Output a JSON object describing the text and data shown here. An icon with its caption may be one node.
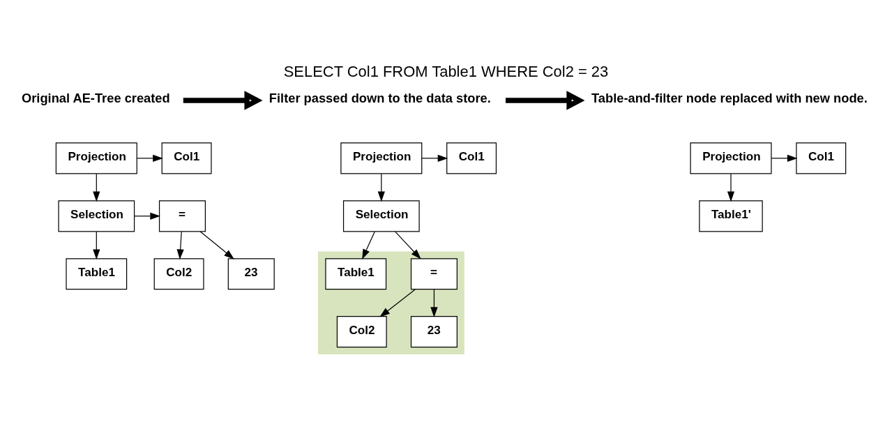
{
  "diagram": {
    "title": "SELECT Col1 FROM Table1 WHERE Col2 = 23",
    "nodes": [
      {
        "text": [
          "Original AE-Tree created"
        ]
      },
      {
        "text": [
          "Projection"
        ]
      },
      {
        "text": [
          "Col1"
        ]
      },
      {
        "text": [
          "Selection"
        ]
      },
      {
        "text": [
          "="
        ]
      },
      {
        "text": [
          "Col2"
        ]
      },
      {
        "text": [
          "23"
        ]
      },
      {
        "text": [
          "Table1"
        ]
      },
      {
        "text": [
          "Filter passed down to the data store."
        ]
      },
      {
        "text": [
          "Projection"
        ]
      },
      {
        "text": [
          "Col1"
        ]
      },
      {
        "text": [
          "Selection"
        ]
      },
      {
        "text": [],
        "shape": "box"
      },
      {
        "text": [
          "="
        ],
        "in": 12
      },
      {
        "text": [
          "Col2"
        ],
        "in": 12
      },
      {
        "text": [
          "23"
        ],
        "in": 12
      },
      {
        "text": [
          "Table1"
        ],
        "in": 12
      },
      {
        "text": [
          "Table-and-filter node replaced with new node."
        ]
      },
      {
        "text": [
          "Projection"
        ]
      },
      {
        "text": [
          "Col1"
        ]
      },
      {
        "text": [
          "Table1'"
        ]
      }
    ],
    "edges": [
      {
        "from": 0,
        "to": 8,
        "arrow": "to",
        "style": "thick"
      },
      {
        "from": 8,
        "to": 17,
        "arrow": "to",
        "style": "thick"
      },
      {
        "from": 1,
        "to": 2,
        "arrow": "to"
      },
      {
        "from": 1,
        "to": 3,
        "arrow": "to"
      },
      {
        "from": 3,
        "to": 4,
        "arrow": "to"
      },
      {
        "from": 4,
        "to": 5,
        "arrow": "to"
      },
      {
        "from": 4,
        "to": 6,
        "arrow": "to"
      },
      {
        "from": 3,
        "to": 7,
        "arrow": "to"
      },
      {
        "from": 9,
        "to": 10,
        "arrow": "to"
      },
      {
        "from": 9,
        "to": 11,
        "arrow": "to"
      },
      {
        "from": 11,
        "to": 13,
        "arrow": "to"
      },
      {
        "from": 13,
        "to": 14,
        "arrow": "to"
      },
      {
        "from": 13,
        "to": 15,
        "arrow": "to"
      },
      {
        "from": 11,
        "to": 16,
        "arrow": "to"
      },
      {
        "from": 18,
        "to": 19,
        "arrow": "to"
      },
      {
        "from": 18,
        "to": 20,
        "arrow": "to"
      }
    ]
  }
}
